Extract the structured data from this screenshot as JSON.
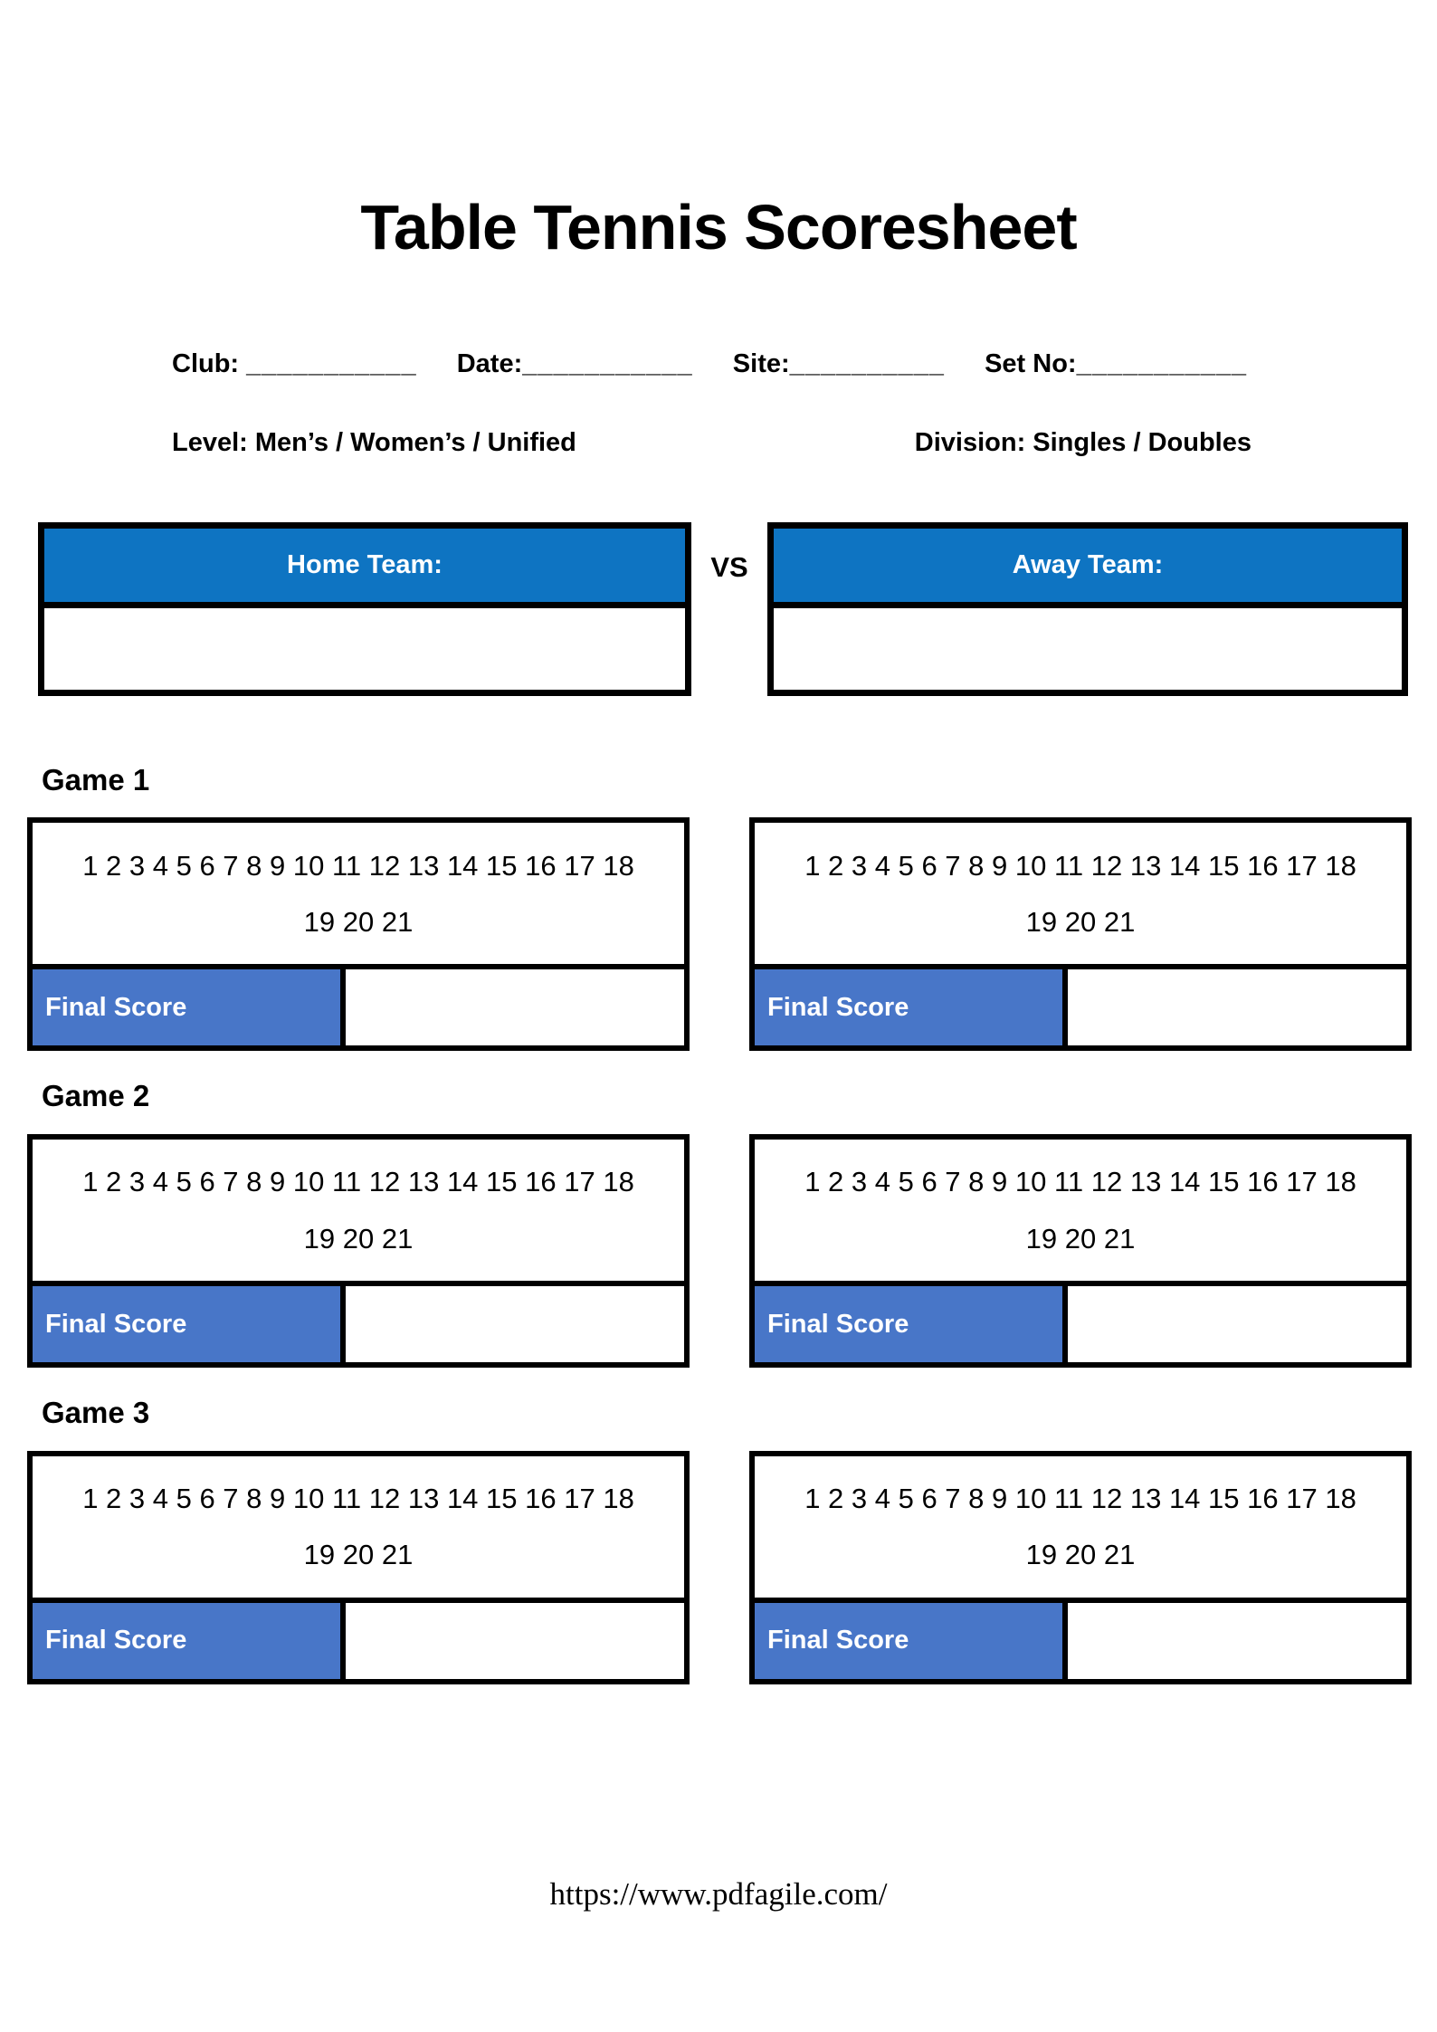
{
  "page": {
    "title": "Table Tennis Scoresheet",
    "footer_url": "https://www.pdfagile.com/"
  },
  "info": {
    "club_label": "Club:",
    "club_blank": "___________",
    "date_label": "Date:",
    "date_blank": "___________",
    "site_label": "Site:",
    "site_blank": "__________",
    "set_no_label": "Set No:",
    "set_no_blank": "___________",
    "level_line": "Level: Men’s / Women’s / Unified",
    "division_line": "Division: Singles / Doubles"
  },
  "teams": {
    "home_label": "Home Team:",
    "vs_label": "VS",
    "away_label": "Away Team:",
    "home_name": "",
    "away_name": ""
  },
  "games": [
    {
      "heading": "Game 1",
      "home": {
        "points_row1": "1 2 3 4 5 6 7 8 9 10 11 12 13 14 15 16 17 18",
        "points_row2": "19 20 21",
        "final_label": "Final Score",
        "final_value": ""
      },
      "away": {
        "points_row1": "1 2 3 4 5 6 7 8 9 10 11 12 13 14 15 16 17 18",
        "points_row2": "19 20 21",
        "final_label": "Final Score",
        "final_value": ""
      }
    },
    {
      "heading": "Game 2",
      "home": {
        "points_row1": "1 2 3 4 5 6 7 8 9 10 11 12 13 14 15 16 17 18",
        "points_row2": "19 20 21",
        "final_label": "Final Score",
        "final_value": ""
      },
      "away": {
        "points_row1": "1 2 3 4 5 6 7 8 9 10 11 12 13 14 15 16 17 18",
        "points_row2": "19 20 21",
        "final_label": "Final Score",
        "final_value": ""
      }
    },
    {
      "heading": "Game 3",
      "home": {
        "points_row1": "1 2 3 4 5 6 7 8 9 10 11 12 13 14 15 16 17 18",
        "points_row2": "19 20 21",
        "final_label": "Final Score",
        "final_value": ""
      },
      "away": {
        "points_row1": "1 2 3 4 5 6 7 8 9 10 11 12 13 14 15 16 17 18",
        "points_row2": "19 20 21",
        "final_label": "Final Score",
        "final_value": ""
      }
    }
  ],
  "colors": {
    "team_header_blue": "#0E74C2",
    "final_score_blue": "#4876C8",
    "border_black": "#000000"
  }
}
